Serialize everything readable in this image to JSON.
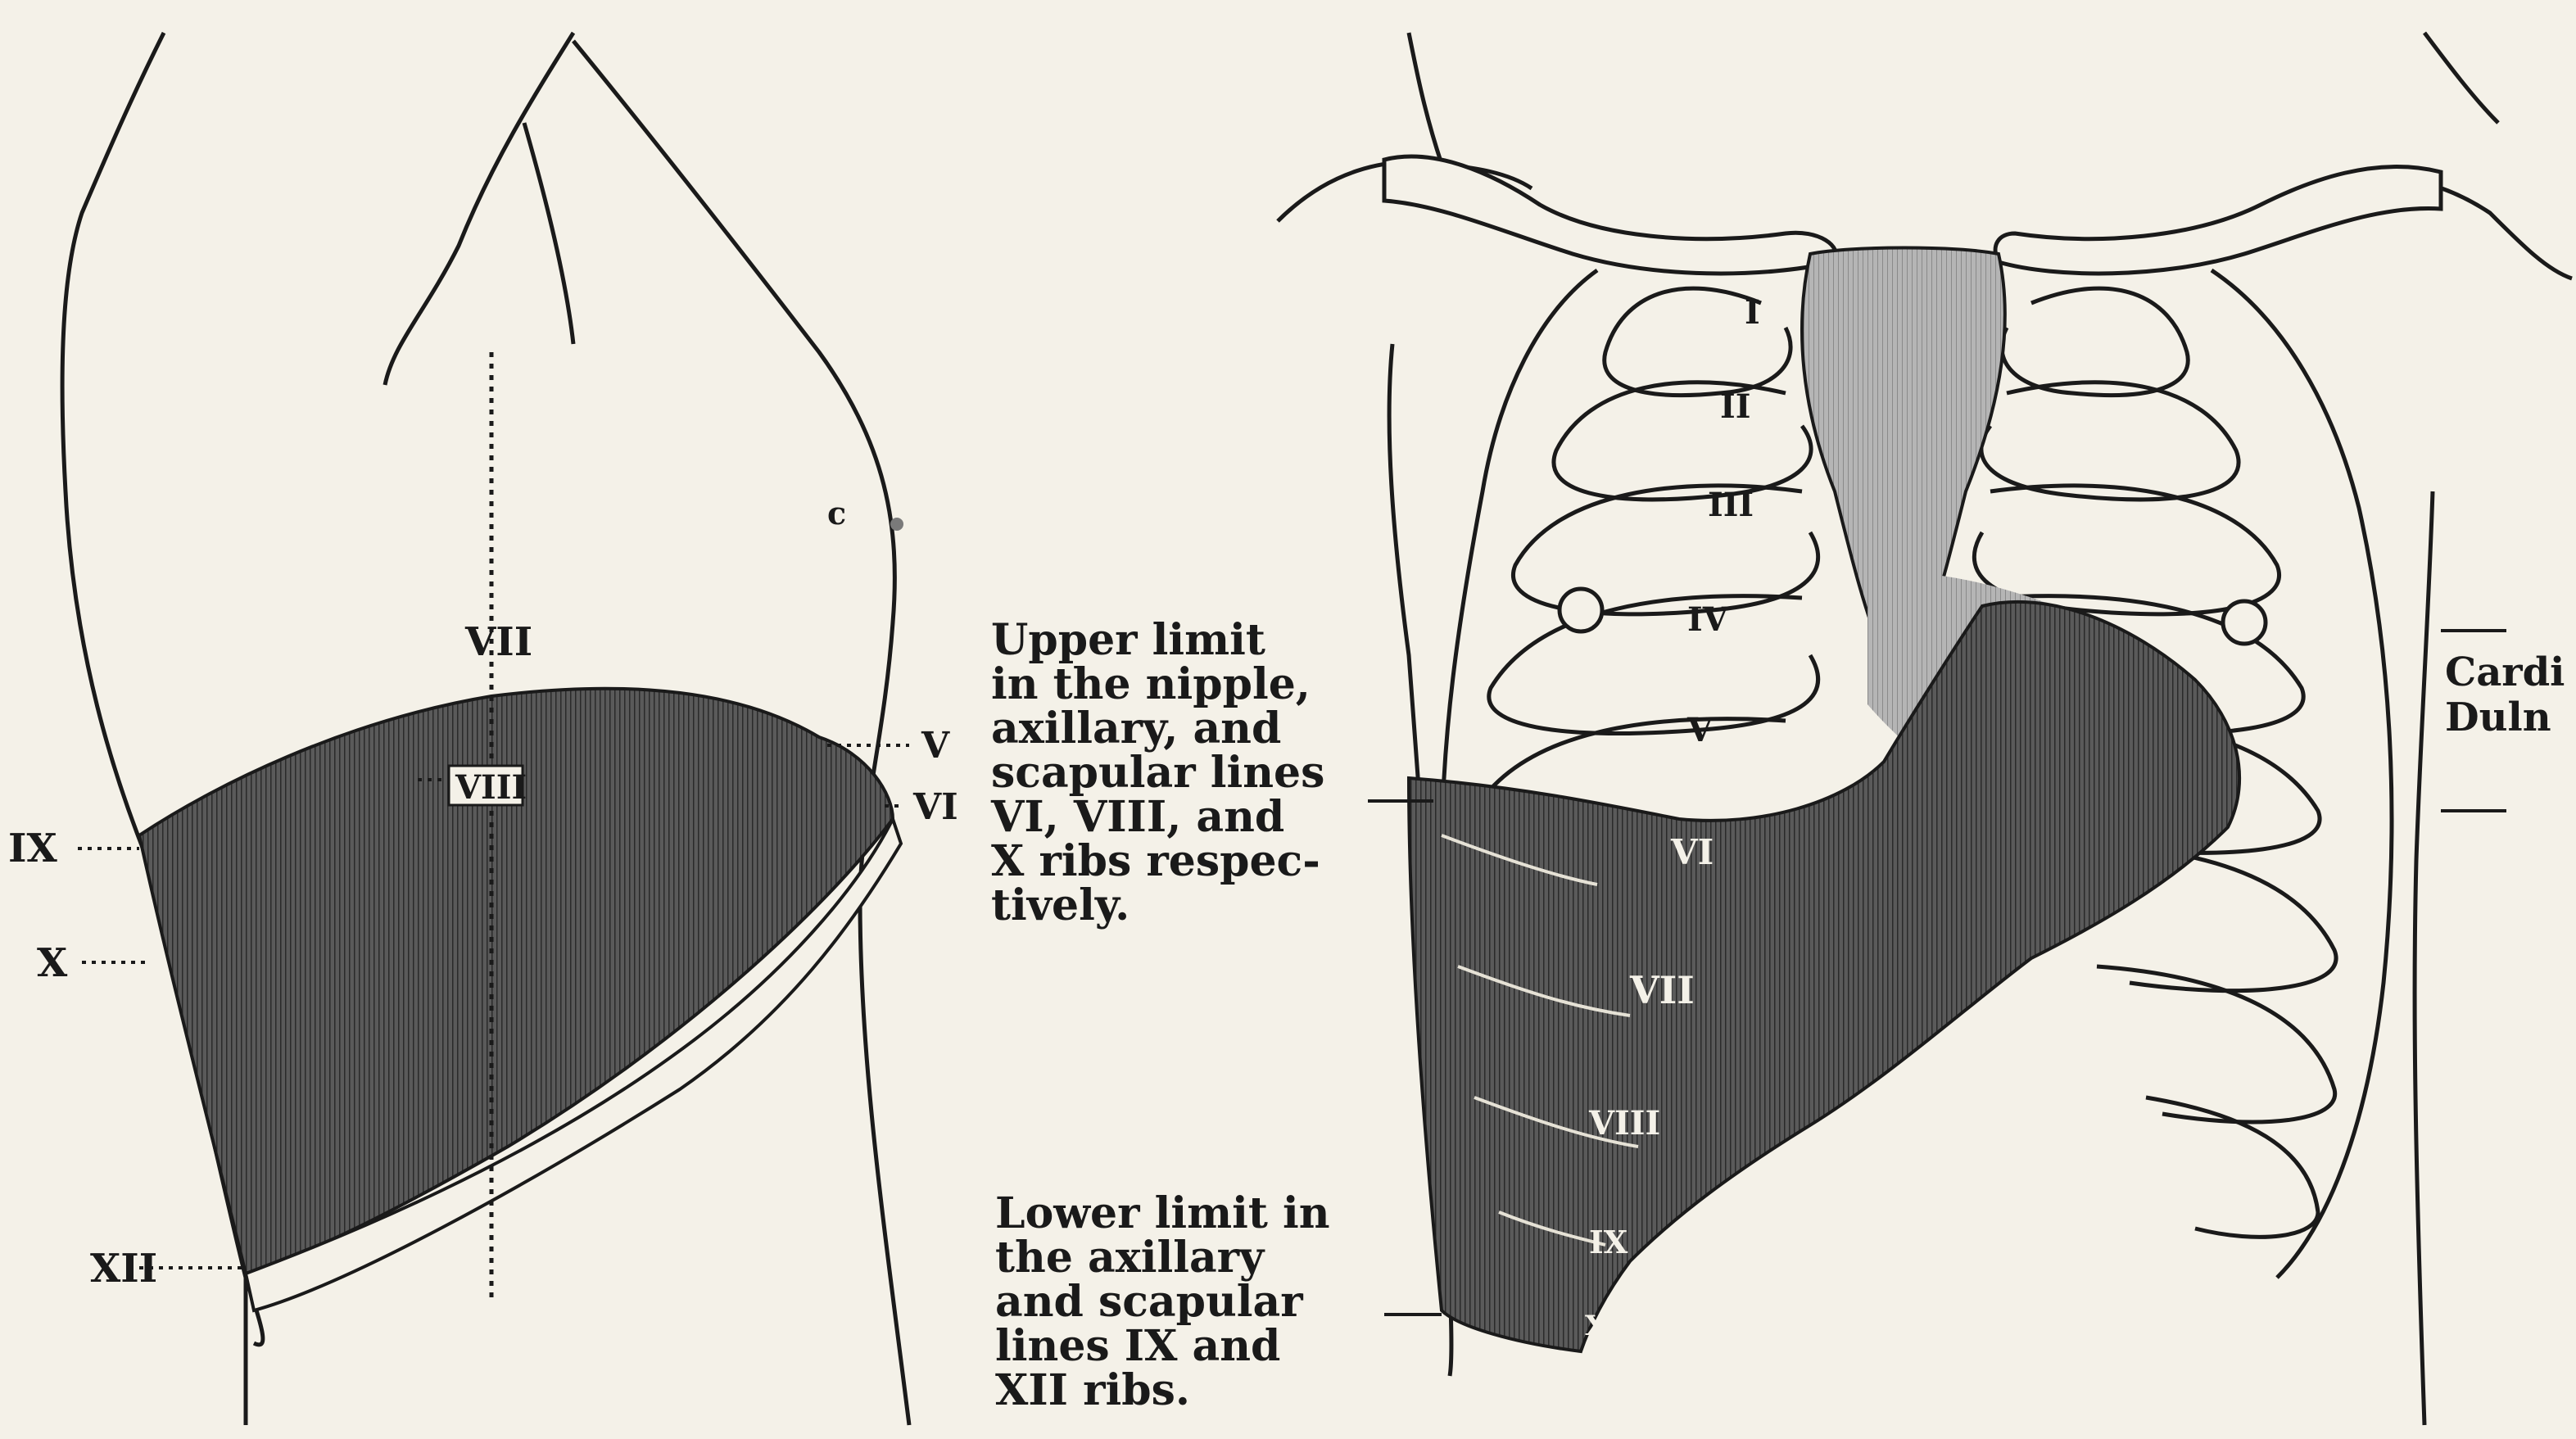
{
  "left_figure": {
    "rib_labels": {
      "vii": "VII",
      "viii": "VIII",
      "v": "V",
      "vi": "VI",
      "ix": "IX",
      "x": "X",
      "xii": "XII",
      "c": "c"
    }
  },
  "right_figure": {
    "rib_labels": {
      "i": "I",
      "ii": "II",
      "iii": "III",
      "iv": "IV",
      "v": "V",
      "vi": "VI",
      "vii": "VII",
      "viii": "VIII",
      "ix": "IX",
      "x": "X"
    },
    "side_text": {
      "cardi": "Cardi",
      "duln": "Duln"
    }
  },
  "captions": {
    "upper": {
      "lines": [
        "Upper limit",
        "in the nipple,",
        "axillary, and",
        "scapular lines",
        "VI, VIII, and",
        "X ribs respec-",
        "tively."
      ]
    },
    "lower": {
      "lines": [
        "Lower limit in",
        "the axillary",
        "and scapular",
        "lines IX and",
        "XII ribs."
      ]
    }
  },
  "colors": {
    "paper": "#f4f1e8",
    "ink": "#1a1a1a",
    "liver_dark": "#4a4a4a",
    "liver_light": "#a8a8a8"
  }
}
